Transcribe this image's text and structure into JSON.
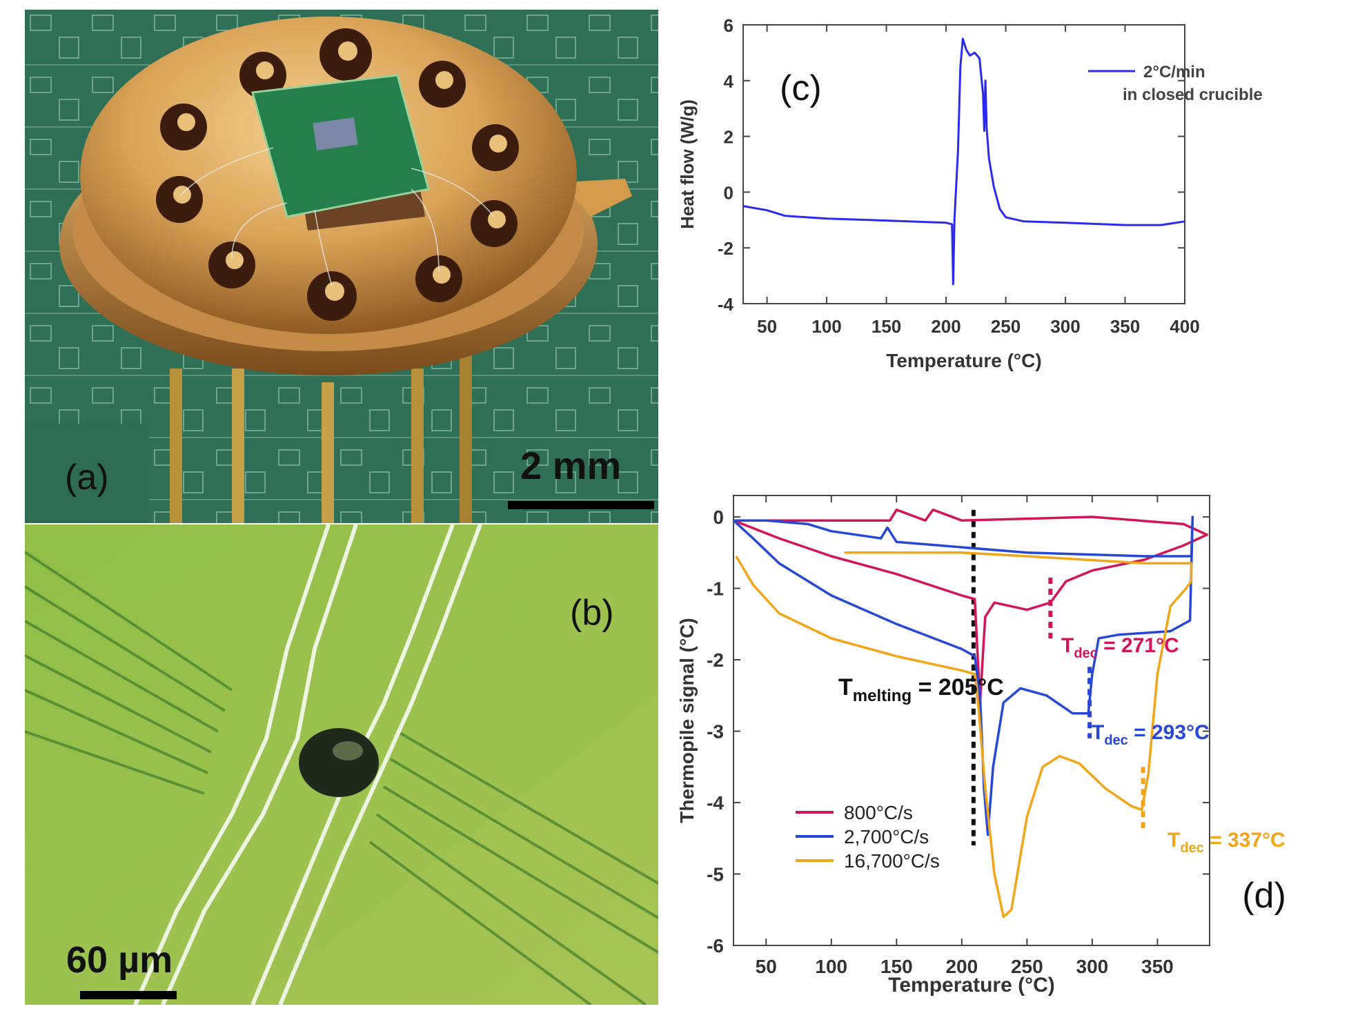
{
  "panels": {
    "a": {
      "label": "(a)",
      "scalebar": "2 mm"
    },
    "b": {
      "label": "(b)",
      "scalebar": "60 µm"
    }
  },
  "chart_data": [
    {
      "id": "c",
      "panel_label": "(c)",
      "type": "line",
      "xlabel": "Temperature (°C)",
      "ylabel": "Heat flow (W/g)",
      "xlim": [
        30,
        400
      ],
      "ylim": [
        -4,
        6
      ],
      "xticks": [
        50,
        100,
        150,
        200,
        250,
        300,
        350,
        400
      ],
      "yticks": [
        -4,
        -2,
        0,
        2,
        4,
        6
      ],
      "grid": false,
      "legend_position": "top-right",
      "series": [
        {
          "name": "2°C/min",
          "name_line2": "in closed crucible",
          "color": "#2a2af0",
          "points": [
            [
              30,
              -0.5
            ],
            [
              50,
              -0.65
            ],
            [
              65,
              -0.85
            ],
            [
              100,
              -0.95
            ],
            [
              150,
              -1.02
            ],
            [
              200,
              -1.1
            ],
            [
              205,
              -1.15
            ],
            [
              206,
              -3.3
            ],
            [
              207,
              -1.0
            ],
            [
              210,
              1.5
            ],
            [
              212,
              4.5
            ],
            [
              214,
              5.5
            ],
            [
              217,
              5.1
            ],
            [
              220,
              4.9
            ],
            [
              224,
              5.0
            ],
            [
              228,
              4.8
            ],
            [
              231,
              3.5
            ],
            [
              232,
              2.2
            ],
            [
              233,
              4.0
            ],
            [
              234,
              2.3
            ],
            [
              236,
              1.2
            ],
            [
              240,
              0.2
            ],
            [
              245,
              -0.6
            ],
            [
              250,
              -0.9
            ],
            [
              265,
              -1.05
            ],
            [
              300,
              -1.1
            ],
            [
              350,
              -1.18
            ],
            [
              380,
              -1.18
            ],
            [
              400,
              -1.05
            ]
          ]
        }
      ]
    },
    {
      "id": "d",
      "panel_label": "(d)",
      "type": "line",
      "xlabel": "Temperature (°C)",
      "ylabel": "Thermopile signal (°C)",
      "xlim": [
        25,
        390
      ],
      "ylim": [
        -6,
        0.3
      ],
      "xticks": [
        50,
        100,
        150,
        200,
        250,
        300,
        350
      ],
      "yticks": [
        0,
        -1,
        -2,
        -3,
        -4,
        -5,
        -6
      ],
      "grid": false,
      "legend_position": "bottom-left",
      "series": [
        {
          "name": "800°C/s",
          "color": "#d4145a",
          "points": [
            [
              25,
              -0.05
            ],
            [
              60,
              -0.3
            ],
            [
              100,
              -0.55
            ],
            [
              150,
              -0.8
            ],
            [
              200,
              -1.1
            ],
            [
              210,
              -1.15
            ],
            [
              214,
              -2.6
            ],
            [
              218,
              -1.4
            ],
            [
              225,
              -1.2
            ],
            [
              250,
              -1.3
            ],
            [
              268,
              -1.2
            ],
            [
              280,
              -0.9
            ],
            [
              300,
              -0.75
            ],
            [
              340,
              -0.6
            ],
            [
              370,
              -0.4
            ],
            [
              388,
              -0.25
            ],
            [
              370,
              -0.1
            ],
            [
              300,
              0.0
            ],
            [
              200,
              -0.05
            ],
            [
              178,
              0.1
            ],
            [
              172,
              -0.05
            ],
            [
              150,
              0.1
            ],
            [
              145,
              -0.05
            ],
            [
              100,
              -0.05
            ],
            [
              50,
              -0.05
            ],
            [
              25,
              -0.05
            ]
          ]
        },
        {
          "name": "2,700°C/s",
          "color": "#2648d6",
          "points": [
            [
              25,
              -0.05
            ],
            [
              40,
              -0.3
            ],
            [
              60,
              -0.65
            ],
            [
              100,
              -1.1
            ],
            [
              150,
              -1.5
            ],
            [
              200,
              -1.85
            ],
            [
              210,
              -1.95
            ],
            [
              214,
              -2.5
            ],
            [
              217,
              -3.8
            ],
            [
              220,
              -4.45
            ],
            [
              224,
              -3.5
            ],
            [
              232,
              -2.6
            ],
            [
              245,
              -2.4
            ],
            [
              265,
              -2.5
            ],
            [
              285,
              -2.75
            ],
            [
              297,
              -2.75
            ],
            [
              300,
              -2.2
            ],
            [
              305,
              -1.7
            ],
            [
              320,
              -1.65
            ],
            [
              360,
              -1.6
            ],
            [
              375,
              -1.45
            ],
            [
              377,
              0.0
            ],
            [
              376,
              -0.55
            ],
            [
              340,
              -0.55
            ],
            [
              250,
              -0.5
            ],
            [
              150,
              -0.35
            ],
            [
              143,
              -0.15
            ],
            [
              138,
              -0.3
            ],
            [
              100,
              -0.2
            ],
            [
              82,
              -0.1
            ],
            [
              50,
              -0.05
            ],
            [
              25,
              -0.05
            ]
          ]
        },
        {
          "name": "16,700°C/s",
          "color": "#f2a516",
          "points": [
            [
              27,
              -0.55
            ],
            [
              40,
              -0.95
            ],
            [
              60,
              -1.35
            ],
            [
              100,
              -1.7
            ],
            [
              150,
              -1.95
            ],
            [
              200,
              -2.15
            ],
            [
              210,
              -2.2
            ],
            [
              213,
              -2.7
            ],
            [
              218,
              -3.8
            ],
            [
              225,
              -5.0
            ],
            [
              232,
              -5.6
            ],
            [
              238,
              -5.5
            ],
            [
              250,
              -4.2
            ],
            [
              262,
              -3.5
            ],
            [
              275,
              -3.35
            ],
            [
              290,
              -3.45
            ],
            [
              310,
              -3.8
            ],
            [
              330,
              -4.05
            ],
            [
              338,
              -4.1
            ],
            [
              343,
              -3.6
            ],
            [
              350,
              -2.2
            ],
            [
              360,
              -1.25
            ],
            [
              372,
              -1.0
            ],
            [
              376,
              -0.9
            ],
            [
              376,
              -0.65
            ],
            [
              340,
              -0.65
            ],
            [
              250,
              -0.55
            ],
            [
              200,
              -0.5
            ],
            [
              110,
              -0.5
            ]
          ]
        }
      ],
      "annotations": [
        {
          "text_main": "T",
          "text_sub": "melting",
          "text_rest": " = 205°C",
          "color": "#111111"
        },
        {
          "text_main": "T",
          "text_sub": "dec",
          "text_rest": " = 271°C",
          "color": "#d4145a"
        },
        {
          "text_main": "T",
          "text_sub": "dec",
          "text_rest": " = 293°C",
          "color": "#2648d6"
        },
        {
          "text_main": "T",
          "text_sub": "dec",
          "text_rest": " = 337°C",
          "color": "#f2a516"
        }
      ],
      "markers": [
        {
          "x": 209,
          "y_from": 0.1,
          "y_to": -4.6,
          "color": "#111111"
        },
        {
          "x": 268,
          "y_from": -0.85,
          "y_to": -1.7,
          "color": "#d4145a"
        },
        {
          "x": 298,
          "y_from": -2.1,
          "y_to": -3.1,
          "color": "#2648d6"
        },
        {
          "x": 339,
          "y_from": -3.5,
          "y_to": -4.4,
          "color": "#f2a516"
        }
      ]
    }
  ]
}
